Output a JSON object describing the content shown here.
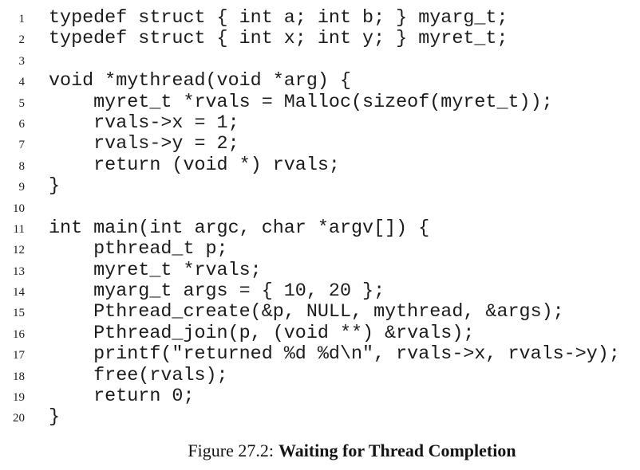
{
  "code": {
    "lines": [
      {
        "num": "1",
        "text": "typedef struct { int a; int b; } myarg_t;"
      },
      {
        "num": "2",
        "text": "typedef struct { int x; int y; } myret_t;"
      },
      {
        "num": "3",
        "text": ""
      },
      {
        "num": "4",
        "text": "void *mythread(void *arg) {"
      },
      {
        "num": "5",
        "text": "    myret_t *rvals = Malloc(sizeof(myret_t));"
      },
      {
        "num": "6",
        "text": "    rvals->x = 1;"
      },
      {
        "num": "7",
        "text": "    rvals->y = 2;"
      },
      {
        "num": "8",
        "text": "    return (void *) rvals;"
      },
      {
        "num": "9",
        "text": "}"
      },
      {
        "num": "10",
        "text": ""
      },
      {
        "num": "11",
        "text": "int main(int argc, char *argv[]) {"
      },
      {
        "num": "12",
        "text": "    pthread_t p;"
      },
      {
        "num": "13",
        "text": "    myret_t *rvals;"
      },
      {
        "num": "14",
        "text": "    myarg_t args = { 10, 20 };"
      },
      {
        "num": "15",
        "text": "    Pthread_create(&p, NULL, mythread, &args);"
      },
      {
        "num": "16",
        "text": "    Pthread_join(p, (void **) &rvals);"
      },
      {
        "num": "17",
        "text": "    printf(\"returned %d %d\\n\", rvals->x, rvals->y);"
      },
      {
        "num": "18",
        "text": "    free(rvals);"
      },
      {
        "num": "19",
        "text": "    return 0;"
      },
      {
        "num": "20",
        "text": "}"
      }
    ]
  },
  "caption": {
    "label": "Figure 27.2:",
    "title": "Waiting for Thread Completion"
  },
  "colors": {
    "text": "#1b1b1b",
    "background": "#ffffff"
  }
}
